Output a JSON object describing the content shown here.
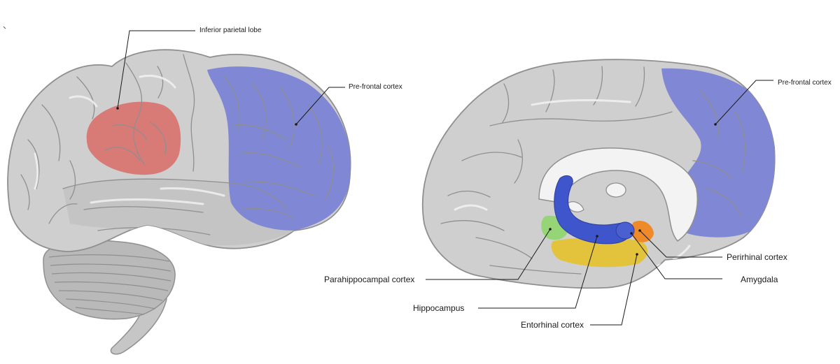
{
  "labels": {
    "inferior_parietal_lobe": "Inferior parietal lobe",
    "prefrontal_cortex_lateral": "Pre-frontal cortex",
    "prefrontal_cortex_medial": "Pre-frontal cortex",
    "perirhinal_cortex": "Perirhinal cortex",
    "amygdala": "Amygdala",
    "parahippocampal_cortex": "Parahippocampal cortex",
    "hippocampus": "Hippocampus",
    "entorhinal_cortex": "Entorhinal cortex"
  },
  "colors": {
    "brain_fill": "#cfcfcf",
    "brain_shade": "#b4b4b4",
    "sulcus": "#8f8f8f",
    "gyrus_highlight": "#ececec",
    "inferior_parietal_lobe": "#d87a76",
    "prefrontal_cortex": "#8088d6",
    "hippocampus": "#3f55cc",
    "amygdala": "#4a5fd0",
    "perirhinal_cortex": "#ef8a2a",
    "entorhinal_cortex": "#e3c12a",
    "parahippocampal_cortex": "#8fd56a"
  }
}
